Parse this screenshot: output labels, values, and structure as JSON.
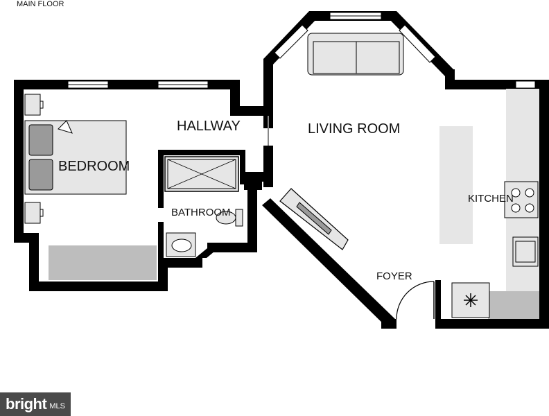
{
  "floor_title": "MAIN FLOOR",
  "rooms": {
    "bedroom": "BEDROOM",
    "hallway": "HALLWAY",
    "bathroom": "BATHROOM",
    "living_room": "LIVING ROOM",
    "kitchen": "KITCHEN",
    "foyer": "FOYER"
  },
  "watermark": {
    "brand": "bright",
    "suffix": "MLS"
  },
  "colors": {
    "wall": "#000000",
    "fixture_fill": "#bdbdbd",
    "counter_fill": "#e6e6e6",
    "background": "#ffffff"
  }
}
